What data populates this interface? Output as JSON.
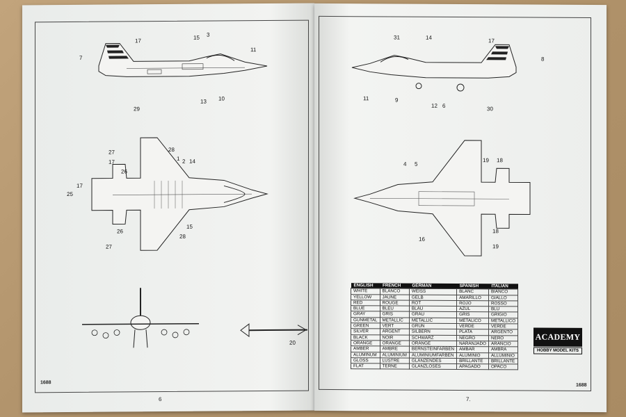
{
  "left_page": {
    "page_number": "6",
    "code": "1688",
    "side_view_callouts": [
      "7",
      "17",
      "15",
      "3",
      "11",
      "29",
      "13",
      "10"
    ],
    "top_view_callouts": [
      "27",
      "17",
      "28",
      "1",
      "2",
      "14",
      "26",
      "25",
      "17",
      "26",
      "15",
      "28",
      "27"
    ],
    "front_view_callouts": [
      "20"
    ]
  },
  "right_page": {
    "page_number": "7.",
    "code": "1688",
    "side_view_callouts": [
      "31",
      "14",
      "17",
      "8",
      "11",
      "9",
      "12",
      "6",
      "30"
    ],
    "bottom_view_callouts": [
      "4",
      "5",
      "19",
      "18",
      "16",
      "18",
      "19"
    ],
    "color_table": {
      "headers": [
        "ENGLISH",
        "FRENCH",
        "GERMAN",
        "SPANISH",
        "ITALIAN"
      ],
      "rows": [
        [
          "WHITE",
          "BLANCO",
          "WEISS",
          "BLANC",
          "BIANCO"
        ],
        [
          "YELLOW",
          "JAUNE",
          "GELB",
          "AMARILLO",
          "GIALLO"
        ],
        [
          "RED",
          "ROUGE",
          "ROT",
          "ROJO",
          "ROSSO"
        ],
        [
          "BLUE",
          "BLEU",
          "BLAU",
          "AZUL",
          "BLU"
        ],
        [
          "GRAY",
          "GRIS",
          "GRAU",
          "GRIS",
          "GRIGIO"
        ],
        [
          "GUNMETAL",
          "METALLIC",
          "METALLIC",
          "METALICO",
          "METALLICO"
        ],
        [
          "GREEN",
          "VERT",
          "GRUN",
          "VERDE",
          "VERDE"
        ],
        [
          "SILVER",
          "ARGENT",
          "SILBERN",
          "PLATA",
          "ARGENTO"
        ],
        [
          "BLACK",
          "NOIR",
          "SCHWARZ",
          "NEGRO",
          "NERO"
        ],
        [
          "ORANGE",
          "ORANGE",
          "ORANGE",
          "NARANJADO",
          "ARANCIO"
        ],
        [
          "AMBER",
          "AMBRE",
          "BERNSTEINFARBEN",
          "AMBAR",
          "AMBRA"
        ],
        [
          "ALUMINUM",
          "ALUMINIUM",
          "ALUMINIUMFARBEN",
          "ALUMINIO",
          "ALLUMINIO"
        ],
        [
          "GLOSS",
          "LUSTRE",
          "GLANZENDES",
          "BRILLANTE",
          "BRILLANTE"
        ],
        [
          "FLAT",
          "TERNE",
          "GLANZLOSES",
          "APAGADO",
          "OPACO"
        ]
      ]
    },
    "logo": {
      "brand": "ACADEMY",
      "subtitle": "HOBBY MODEL KITS"
    }
  }
}
